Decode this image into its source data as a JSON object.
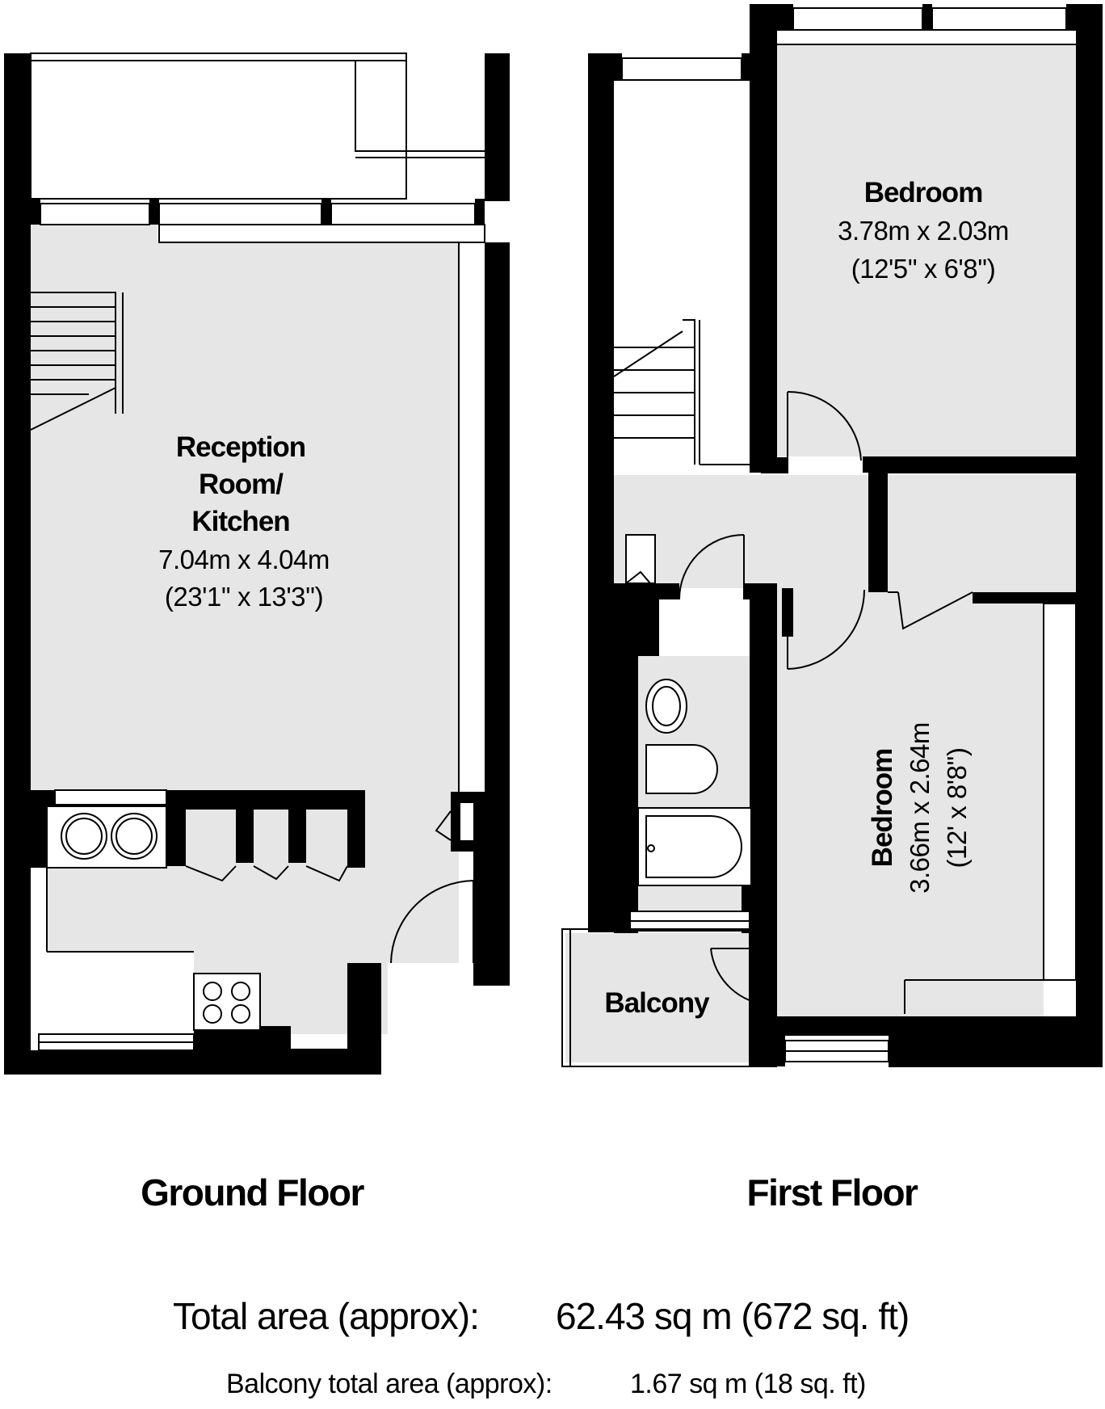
{
  "ground_floor": {
    "label": "Ground Floor",
    "reception": {
      "name_line1": "Reception",
      "name_line2": "Room/",
      "name_line3": "Kitchen",
      "dim_metric": "7.04m x 4.04m",
      "dim_imperial": "(23'1'' x 13'3'')"
    }
  },
  "first_floor": {
    "label": "First Floor",
    "bedroom_1": {
      "name": "Bedroom",
      "dim_metric": "3.78m x 2.03m",
      "dim_imperial": "(12'5'' x 6'8'')"
    },
    "bedroom_2": {
      "name": "Bedroom",
      "dim_metric": "3.66m x 2.64m",
      "dim_imperial": "(12' x 8'8'')"
    },
    "balcony": {
      "name": "Balcony"
    }
  },
  "totals": {
    "total_label": "Total area (approx):",
    "total_value": "62.43 sq m (672 sq. ft)",
    "balcony_label": "Balcony total area (approx):",
    "balcony_value": "1.67 sq m (18 sq. ft)"
  },
  "colors": {
    "wall": "#000000",
    "floor": "#e6e6e6",
    "background": "#ffffff"
  }
}
